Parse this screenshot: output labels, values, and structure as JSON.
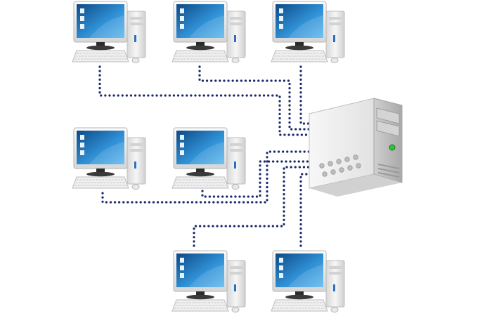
{
  "diagram": {
    "kind": "network-topology",
    "colors": {
      "background": "#ffffff",
      "link": "#1c2a6b",
      "screen_dark": "#0d4a86",
      "screen_light": "#3aa0e0",
      "case_light": "#f4f4f4",
      "case_shade": "#c9c9c9",
      "led": "#2ec43a"
    },
    "nodes": [
      {
        "id": "workstation-1",
        "icon": "desktop-computer-icon"
      },
      {
        "id": "workstation-2",
        "icon": "desktop-computer-icon"
      },
      {
        "id": "workstation-3",
        "icon": "desktop-computer-icon"
      },
      {
        "id": "workstation-4",
        "icon": "desktop-computer-icon"
      },
      {
        "id": "workstation-5",
        "icon": "desktop-computer-icon"
      },
      {
        "id": "workstation-6",
        "icon": "desktop-computer-icon"
      },
      {
        "id": "workstation-7",
        "icon": "desktop-computer-icon"
      },
      {
        "id": "server",
        "icon": "server-tower-icon"
      }
    ],
    "links": [
      {
        "from": "workstation-1",
        "to": "server",
        "style": "dotted"
      },
      {
        "from": "workstation-2",
        "to": "server",
        "style": "dotted"
      },
      {
        "from": "workstation-3",
        "to": "server",
        "style": "dotted"
      },
      {
        "from": "workstation-4",
        "to": "server",
        "style": "dotted"
      },
      {
        "from": "workstation-5",
        "to": "server",
        "style": "dotted"
      },
      {
        "from": "workstation-6",
        "to": "server",
        "style": "dotted"
      },
      {
        "from": "workstation-7",
        "to": "server",
        "style": "dotted"
      }
    ]
  }
}
